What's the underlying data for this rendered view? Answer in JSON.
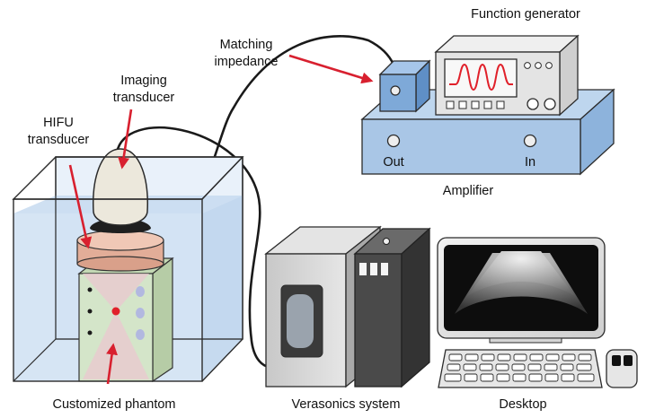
{
  "labels": {
    "function_generator": "Function generator",
    "matching_line1": "Matching",
    "matching_line2": "impedance",
    "imaging_line1": "Imaging",
    "imaging_line2": "transducer",
    "hifu_line1": "HIFU",
    "hifu_line2": "transducer",
    "amplifier": "Amplifier",
    "amp_out": "Out",
    "amp_in": "In",
    "phantom": "Customized phantom",
    "verasonics": "Verasonics system",
    "desktop": "Desktop"
  },
  "colors": {
    "arrow": "#d8202f",
    "amplifier_fill": "#a9c6e6",
    "matching_box_fill": "#7ea9d8",
    "tank_water": "#cfe0f2",
    "phantom_fill": "#d4e5c9",
    "hifu_ring": "#e8b9a4",
    "imaging_transducer": "#ece8dc",
    "cable": "#1a1a1a",
    "scope_wave": "#e0202a"
  },
  "icons": {
    "tank": "water-tank-icon",
    "imaging_transducer": "imaging-transducer-icon",
    "hifu_transducer": "hifu-transducer-icon",
    "phantom": "phantom-block-icon",
    "function_generator": "function-generator-icon",
    "amplifier": "amplifier-icon",
    "matching_box": "matching-impedance-box-icon",
    "verasonics": "verasonics-system-icon",
    "desktop": "desktop-computer-icon",
    "ultrasound_image": "ultrasound-image-icon"
  }
}
